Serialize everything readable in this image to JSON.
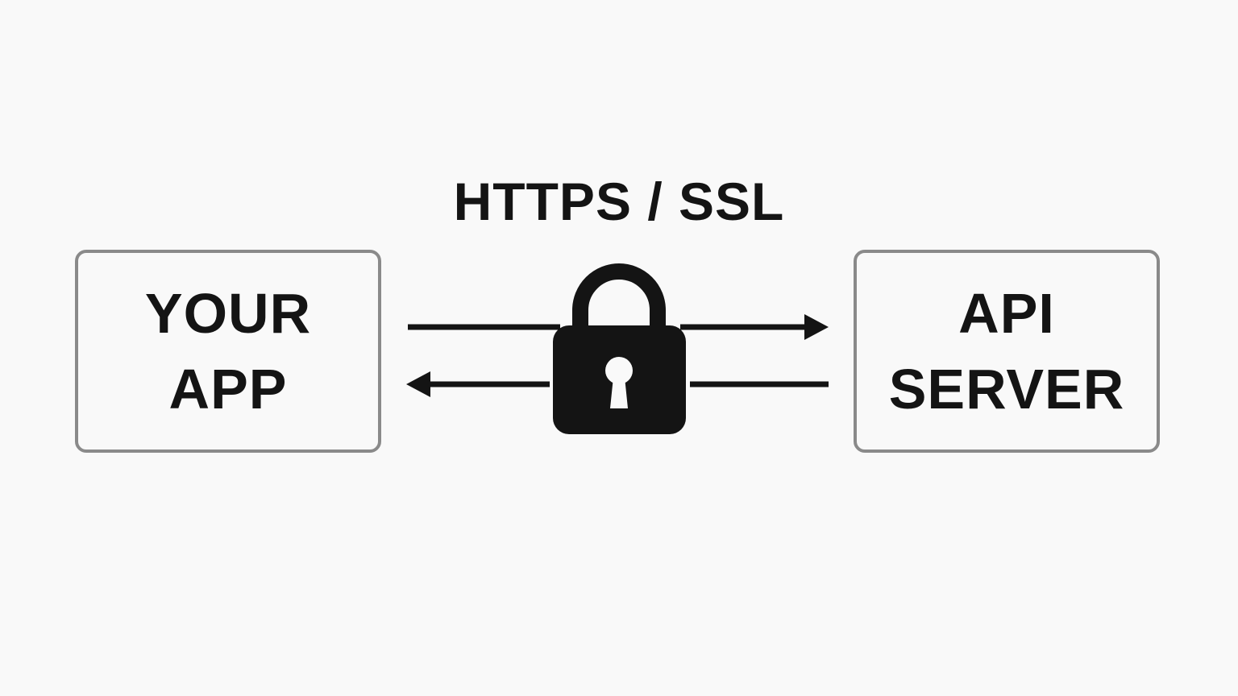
{
  "protocol": {
    "label": "HTTPS / SSL"
  },
  "client": {
    "line1": "YOUR",
    "line2": "APP"
  },
  "server": {
    "line1": "API",
    "line2": "SERVER"
  },
  "icons": {
    "lock": "padlock-icon",
    "request_arrow": "arrow-right",
    "response_arrow": "arrow-left"
  },
  "colors": {
    "background": "#f9f9f9",
    "ink": "#141414",
    "box_border": "#8a8a8a"
  }
}
